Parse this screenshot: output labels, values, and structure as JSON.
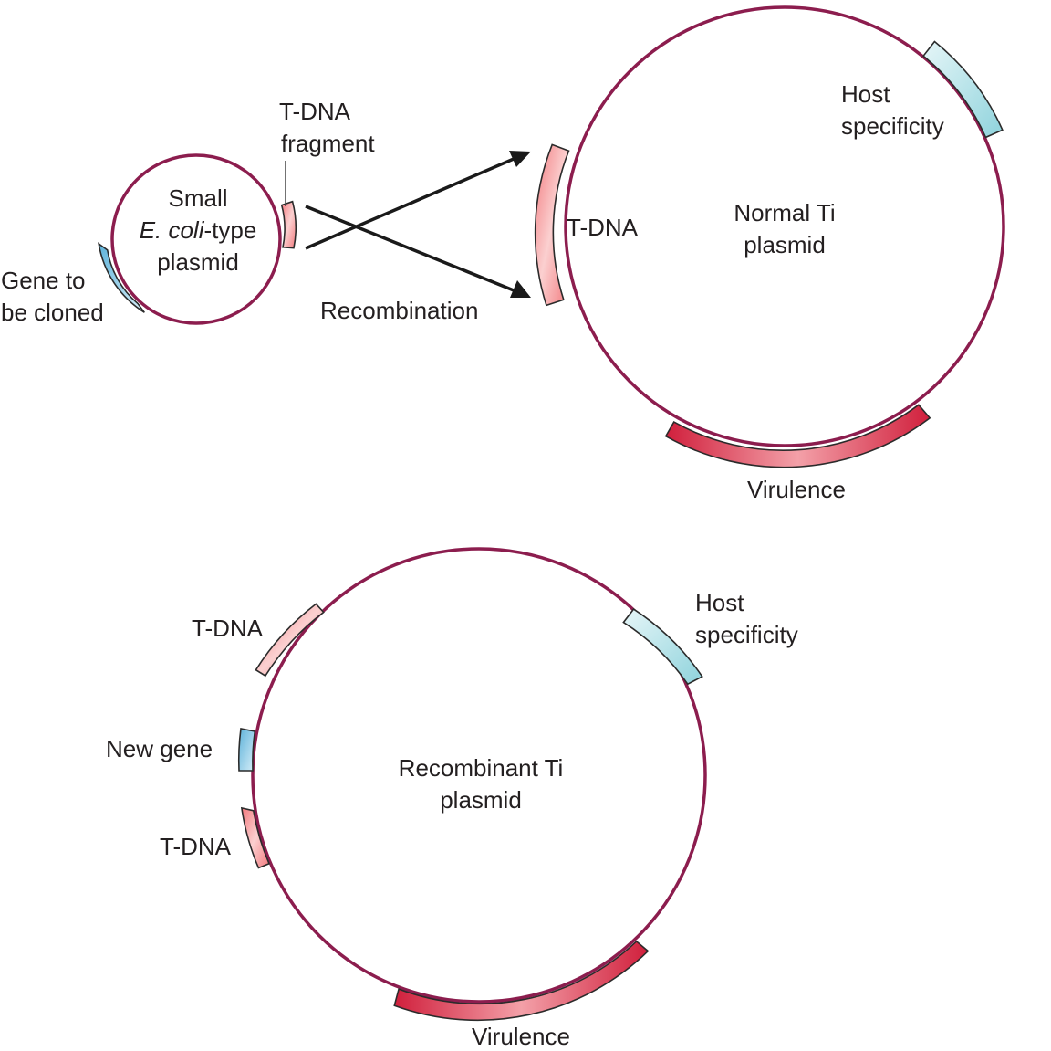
{
  "small_plasmid": {
    "title_line1": "Small",
    "title_line2_italic": "E. coli",
    "title_line2_rest": "-type",
    "title_line3": "plasmid",
    "fragment_label_line1": "T-DNA",
    "fragment_label_line2": "fragment",
    "gene_label_line1": "Gene to",
    "gene_label_line2": "be cloned"
  },
  "recombination_label": "Recombination",
  "normal_ti": {
    "title_line1": "Normal Ti",
    "title_line2": "plasmid",
    "tdna_label": "T-DNA",
    "host_label_line1": "Host",
    "host_label_line2": "specificity",
    "virulence_label": "Virulence"
  },
  "recombinant_ti": {
    "title_line1": "Recombinant Ti",
    "title_line2": "plasmid",
    "tdna_top_label": "T-DNA",
    "new_gene_label": "New gene",
    "tdna_bottom_label": "T-DNA",
    "host_label_line1": "Host",
    "host_label_line2": "specificity",
    "virulence_label": "Virulence"
  },
  "colors": {
    "ring": "#8c1d4e",
    "tdna_pink": "#f08a8a",
    "virulence_red": "#d42a3f",
    "host_blue": "#8fd3dc",
    "gene_blue": "#7fc3e0"
  }
}
